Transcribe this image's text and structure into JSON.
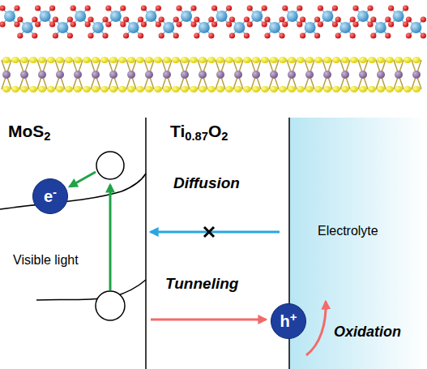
{
  "diagram": {
    "nodes": [
      {
        "text": [
          "e-"
        ]
      },
      {
        "text": [
          "h+"
        ]
      }
    ],
    "labels": [
      "MoS2",
      "Ti0.87O2",
      "Diffusion",
      "Electrolyte",
      "Visible light",
      "Tunneling",
      "Oxidation"
    ]
  }
}
